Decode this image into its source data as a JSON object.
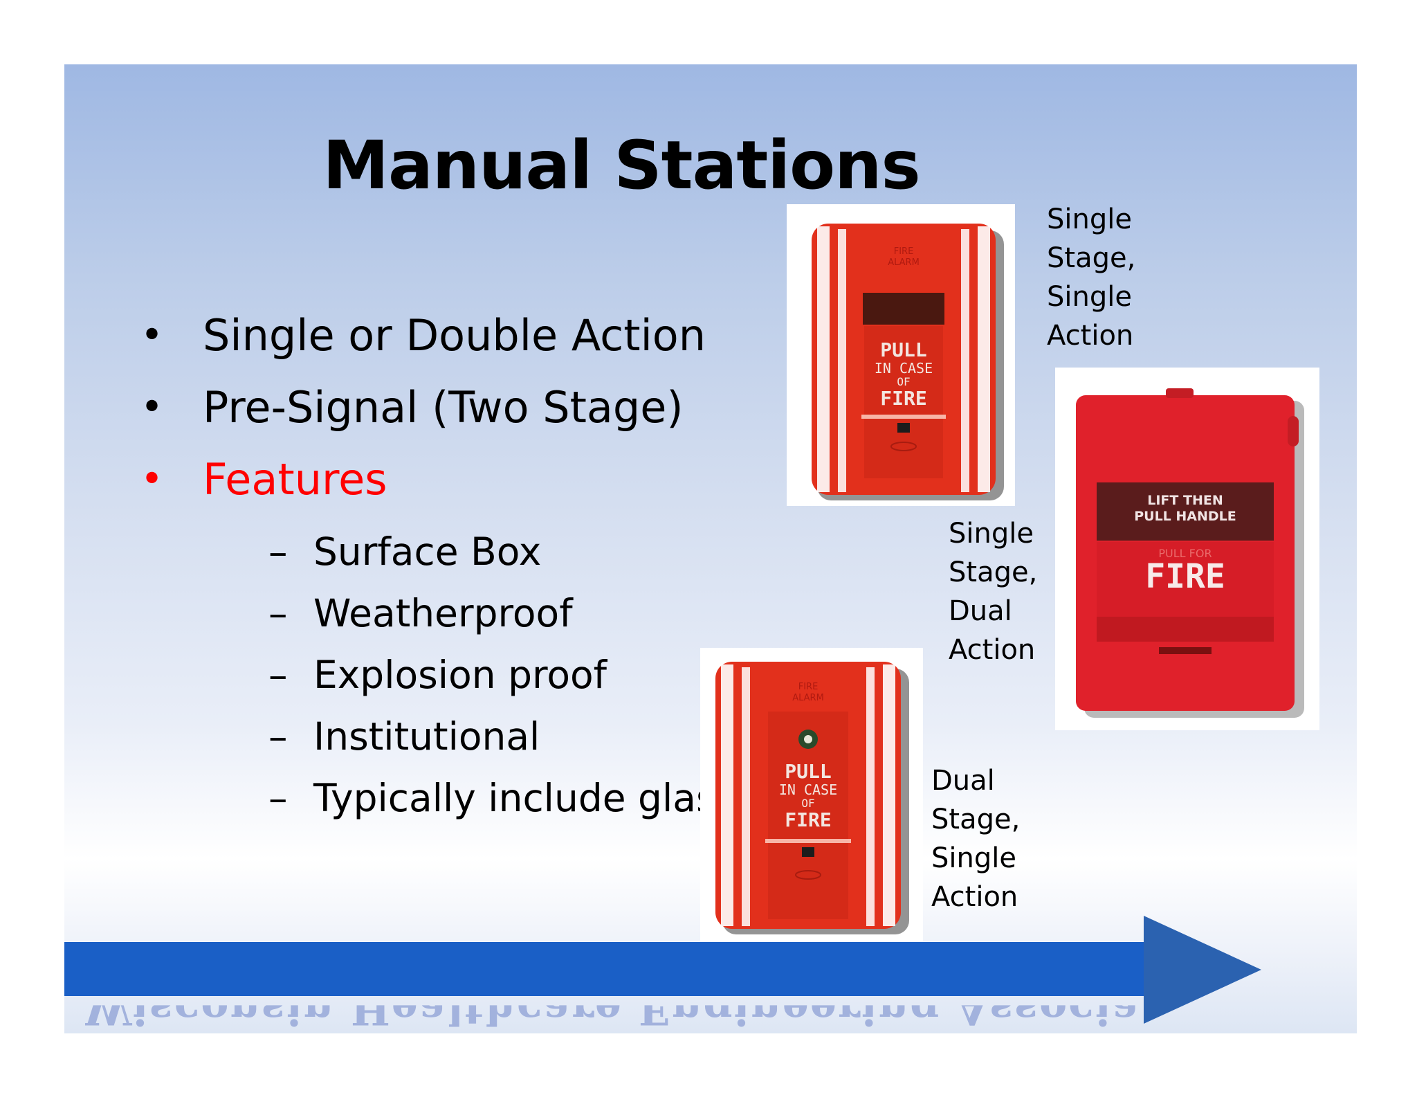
{
  "slide": {
    "title": "Manual Stations",
    "bullets": [
      "Single or Double Action",
      "Pre-Signal (Two Stage)",
      "Features"
    ],
    "bullet_marker": "•",
    "sub_marker": "–",
    "sub_bullets": [
      "Surface Box",
      "Weatherproof",
      "Explosion proof",
      "Institutional",
      "Typically include glass rod"
    ],
    "highlight_color": "#ff0000"
  },
  "photos": {
    "single_stage_single_action": {
      "lines": [
        "Single",
        "Stage,",
        "Single",
        "Action"
      ],
      "device_text": [
        "FIRE",
        "ALARM",
        "PULL",
        "IN CASE",
        "OF",
        "FIRE"
      ]
    },
    "single_stage_dual_action": {
      "lines": [
        "Single",
        "Stage,",
        "Dual",
        "Action"
      ],
      "device_text": [
        "LIFT THEN",
        "PULL HANDLE",
        "PULL FOR",
        "FIRE"
      ]
    },
    "dual_stage_single_action": {
      "lines": [
        "Dual",
        "Stage,",
        "Single",
        "Action"
      ],
      "device_text": [
        "FIRE",
        "ALARM",
        "PULL",
        "IN CASE",
        "OF",
        "FIRE"
      ]
    }
  },
  "footer": {
    "watermark": "Wisconsin Healthcare Engineering Association",
    "arrow_color": "#1a5fc6"
  }
}
